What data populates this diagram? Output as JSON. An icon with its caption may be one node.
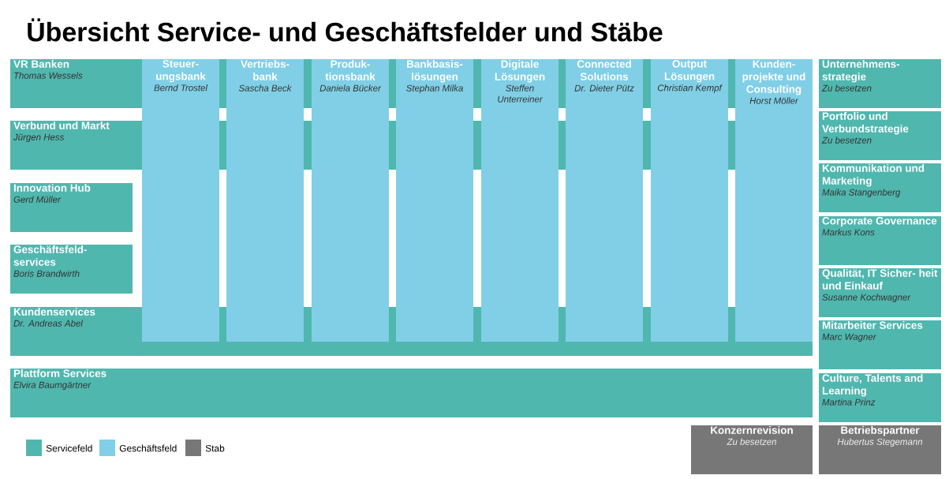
{
  "diagram": {
    "title": "Übersicht Service- und Geschäftsfelder und Stäbe",
    "nodes": [
      {
        "text": [
          "VR Banken",
          "Thomas Wessels"
        ]
      },
      {
        "text": [
          "Verbund und Markt",
          "Jürgen Hess"
        ]
      },
      {
        "text": [
          "Innovation Hub",
          "Gerd Müller"
        ]
      },
      {
        "text": [
          "Geschäftsfeld- services",
          "Boris Brandwirth"
        ]
      },
      {
        "text": [
          "Kundenservices",
          "Dr. Andreas Abel"
        ]
      },
      {
        "text": [
          "Plattform Services",
          "Elvira Baumgärtner"
        ]
      },
      {
        "text": [
          "Steuer- ungsbank",
          "Bernd Trostel"
        ]
      },
      {
        "text": [
          "Vertriebs- bank",
          "Sascha Beck"
        ]
      },
      {
        "text": [
          "Produk- tionsbank",
          "Daniela Bücker"
        ]
      },
      {
        "text": [
          "Bankbasis- lösungen",
          "Stephan Milka"
        ]
      },
      {
        "text": [
          "Digitale Lösungen",
          "Steffen Unterreiner"
        ]
      },
      {
        "text": [
          "Connected Solutions",
          "Dr. Dieter Pütz"
        ]
      },
      {
        "text": [
          "Output Lösungen",
          "Christian Kempf"
        ]
      },
      {
        "text": [
          "Kunden- projekte und Consulting",
          "Horst Möller"
        ]
      },
      {
        "text": [
          "Unternehmens- strategie",
          "Zu besetzen"
        ]
      },
      {
        "text": [
          "Portfolio und Verbundstrategie",
          "Zu besetzen"
        ]
      },
      {
        "text": [
          "Kommunikation und Marketing",
          "Maika Stangenberg"
        ]
      },
      {
        "text": [
          "Corporate Governance",
          "Markus Kons"
        ]
      },
      {
        "text": [
          "Qualität, IT Sicher- heit und Einkauf",
          "Susanne Kochwagner"
        ]
      },
      {
        "text": [
          "Mitarbeiter Services",
          "Marc Wagner"
        ]
      },
      {
        "text": [
          "Culture, Talents and Learning",
          "Martina Prinz"
        ]
      },
      {
        "text": [
          "Konzernrevision",
          "Zu besetzen"
        ]
      },
      {
        "text": [
          "Betriebspartner",
          "Hubertus Stegemann"
        ]
      }
    ],
    "legend": [
      {
        "text": "Servicefeld",
        "color": "#50b7af"
      },
      {
        "text": "Geschäftsfeld",
        "color": "#80cfe6"
      },
      {
        "text": "Stab",
        "color": "#777777"
      }
    ]
  }
}
